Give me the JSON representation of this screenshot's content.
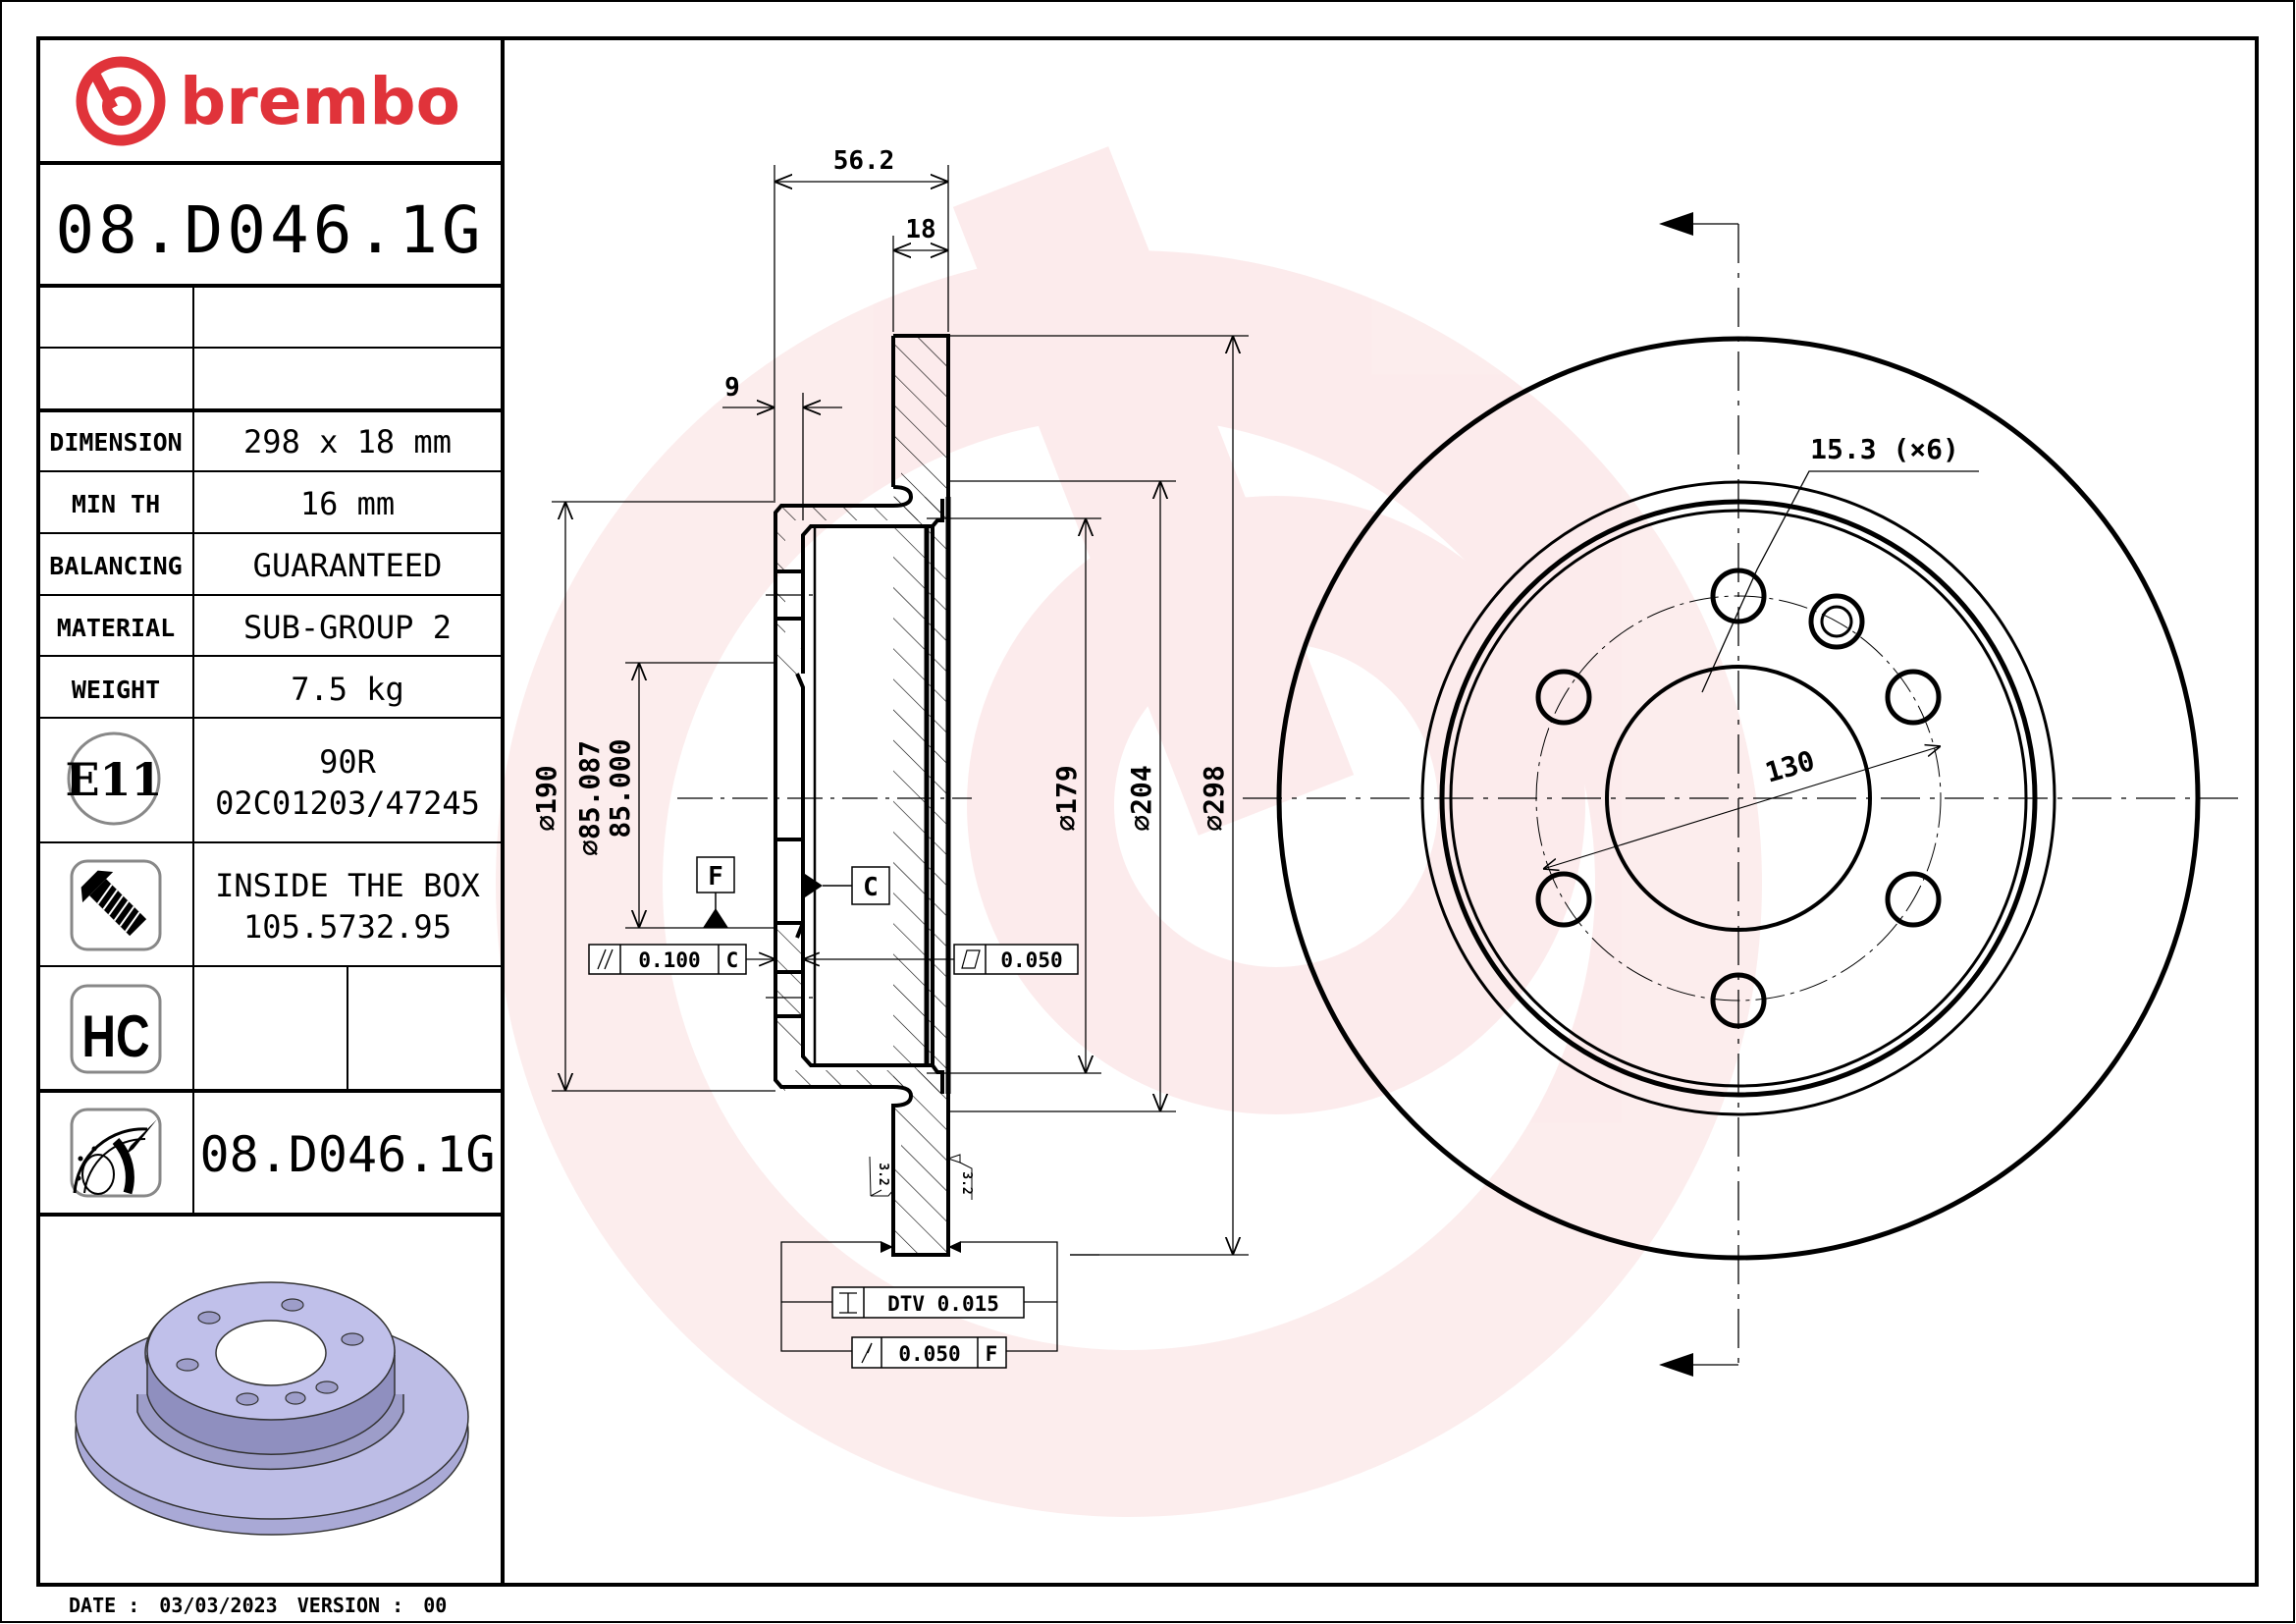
{
  "brand": {
    "name": "brembo",
    "color": "#e0333a"
  },
  "part_number": "08.D046.1G",
  "specs": [
    {
      "label": "DIMENSION",
      "value": "298 x 18 mm"
    },
    {
      "label": "MIN TH",
      "value": "16 mm"
    },
    {
      "label": "BALANCING",
      "value": "GUARANTEED"
    },
    {
      "label": "MATERIAL",
      "value": "SUB-GROUP 2"
    },
    {
      "label": "WEIGHT",
      "value": "7.5 kg"
    }
  ],
  "approval": {
    "mark": "E11",
    "line1": "90R",
    "line2": "02C01203/47245"
  },
  "screws": {
    "icon": "screw-icon",
    "line1": "INSIDE THE BOX",
    "line2": "105.5732.95"
  },
  "hc": {
    "icon_text": "HC"
  },
  "marking": {
    "icon": "disc-engraving-icon",
    "part_number": "08.D046.1G"
  },
  "footer": {
    "date_label": "DATE :",
    "date": "03/03/2023",
    "version_label": "VERSION :",
    "version": "00"
  },
  "section_view": {
    "dims": {
      "overall_height": "56.2",
      "disc_thickness": "18",
      "hat_thickness": "9",
      "d190": "190",
      "d85_upper": "85.087",
      "d85_lower": "85.000",
      "d179": "179",
      "d204": "204",
      "d298": "298",
      "roughness_left": "3.2",
      "roughness_right": "3.2"
    },
    "datums": {
      "F": "F",
      "C": "C"
    },
    "tolerances": {
      "parallelism": {
        "symbol": "//",
        "value": "0.100",
        "datum": "C"
      },
      "flatness": {
        "symbol": "flatness",
        "value": "0.050"
      },
      "dtv": {
        "symbol": "thickness",
        "value": "DTV 0.015"
      },
      "runout": {
        "symbol": "runout",
        "value": "0.050",
        "datum": "F"
      }
    }
  },
  "front_view": {
    "bolt_hole_label": "15.3 (×6)",
    "pcd_label": "130"
  }
}
